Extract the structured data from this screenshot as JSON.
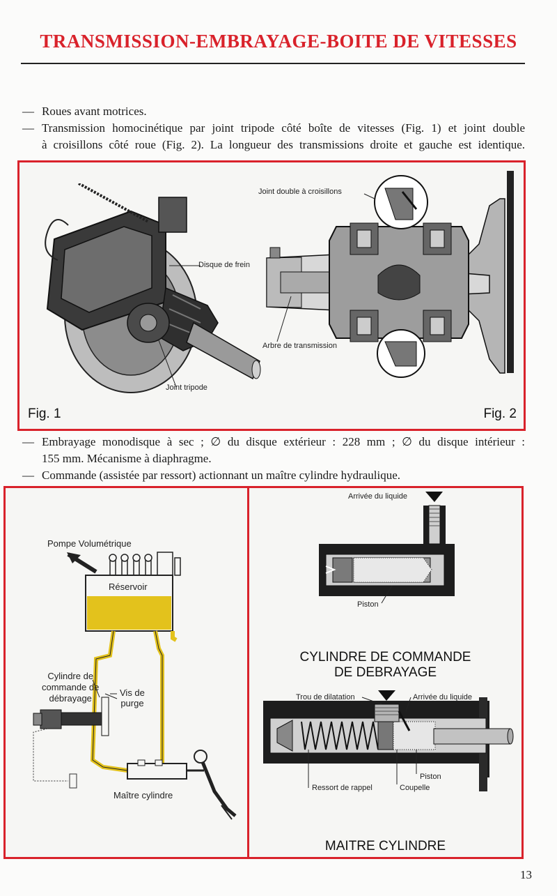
{
  "header": {
    "title": "TRANSMISSION-EMBRAYAGE-BOITE DE VITESSES"
  },
  "intro": {
    "dash": "—",
    "item1": "Roues avant motrices.",
    "item2_line1": "Transmission homocinétique par joint tripode côté boîte de vitesses (Fig. 1) et joint double",
    "item2_line2": "à croisillons côté roue (Fig. 2). La longueur des transmissions droite et gauche est identique."
  },
  "figure_top": {
    "fig1_label": "Fig. 1",
    "fig2_label": "Fig. 2",
    "callouts": {
      "disque_frein": "Disque de frein",
      "joint_tripode": "Joint tripode",
      "joint_double": "Joint double à croisillons",
      "arbre": "Arbre de transmission"
    }
  },
  "middle": {
    "item1_line1": "Embrayage monodisque à sec ; ∅ du disque extérieur : 228 mm ; ∅ du disque intérieur :",
    "item1_line2": "155 mm. Mécanisme à diaphragme.",
    "item2": "Commande (assistée par ressort) actionnant un maître cylindre hydraulique."
  },
  "figure_bottom_left": {
    "pompe": "Pompe Volumétrique",
    "reservoir": "Réservoir",
    "cylindre_l1": "Cylindre de",
    "cylindre_l2": "commande de",
    "cylindre_l3": "débrayage",
    "vis_l1": "Vis de",
    "vis_l2": "purge",
    "maitre": "Maître cylindre",
    "reservoir_color": "#e3c21c"
  },
  "figure_bottom_right": {
    "arrivee_top": "Arrivée du liquide",
    "piston_top": "Piston",
    "heading_l1": "CYLINDRE DE COMMANDE",
    "heading_l2": "DE DEBRAYAGE",
    "trou": "Trou de dilatation",
    "arrivee_bottom": "Arrivée du liquide",
    "ressort": "Ressort de rappel",
    "piston_bottom": "Piston",
    "coupelle": "Coupelle",
    "heading_bottom": "MAITRE CYLINDRE"
  },
  "footer": {
    "page_number": "13"
  },
  "colors": {
    "accent": "#d9222b"
  }
}
